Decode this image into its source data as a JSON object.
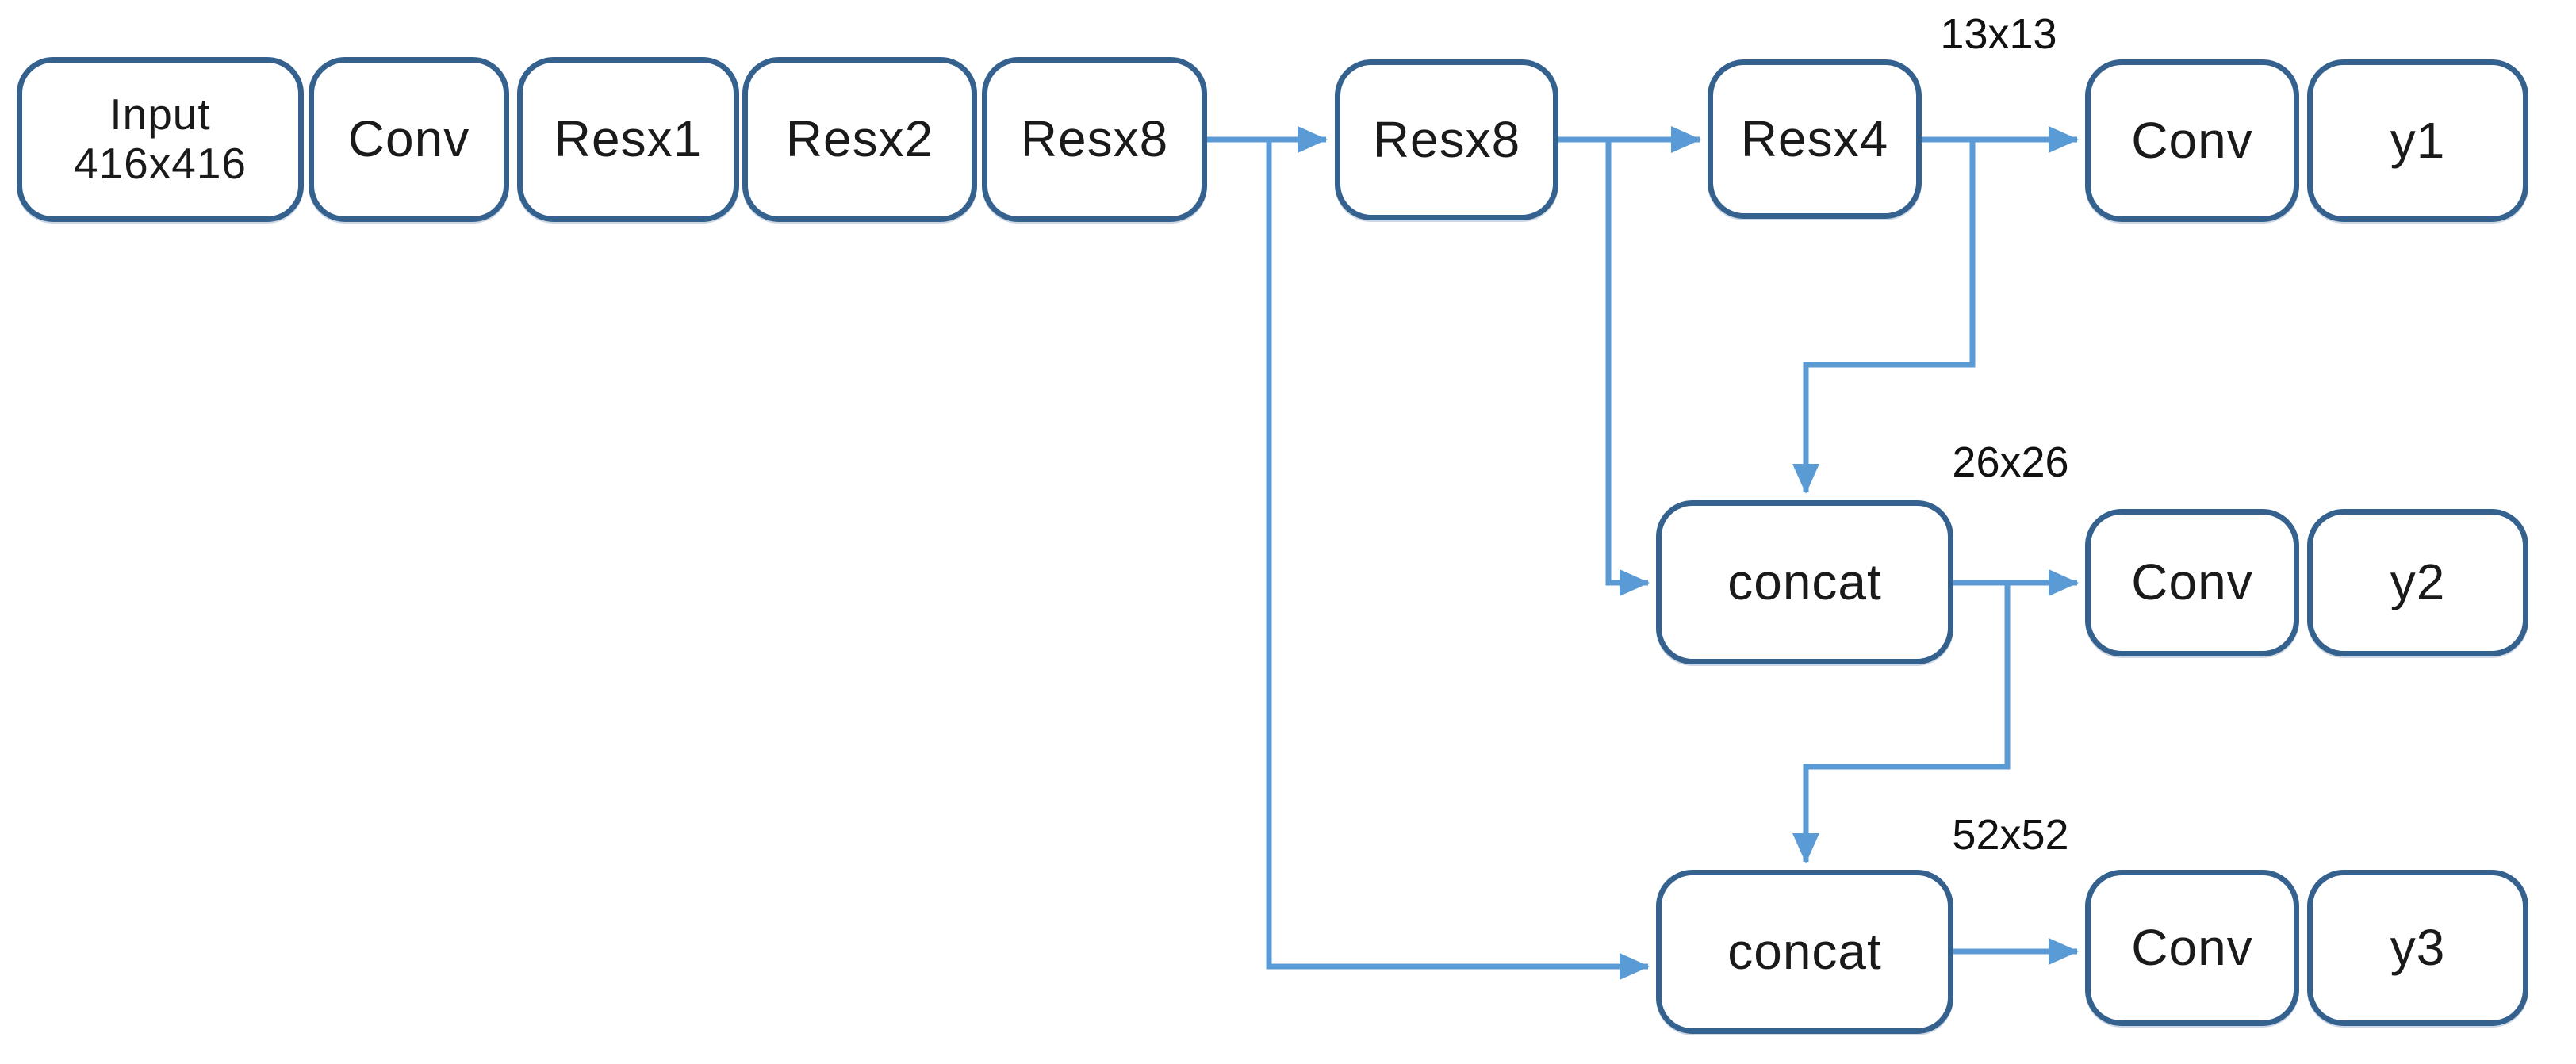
{
  "diagram": {
    "type": "neural-network-architecture-flowchart",
    "colors": {
      "box_border": "#35618f",
      "box_fill": "#ffffff",
      "connector": "#5b9bd5",
      "label_text": "#1a1a1a",
      "background": "#ffffff"
    },
    "nodes": {
      "input": {
        "line1": "Input",
        "line2": "416x416"
      },
      "conv_backbone": {
        "label": "Conv"
      },
      "resx1": {
        "label": "Resx1"
      },
      "resx2": {
        "label": "Resx2"
      },
      "resx8_a": {
        "label": "Resx8"
      },
      "resx8_b": {
        "label": "Resx8"
      },
      "resx4": {
        "label": "Resx4"
      },
      "conv_y1": {
        "label": "Conv"
      },
      "y1": {
        "label": "y1"
      },
      "concat_26": {
        "label": "concat"
      },
      "conv_y2": {
        "label": "Conv"
      },
      "y2": {
        "label": "y2"
      },
      "concat_52": {
        "label": "concat"
      },
      "conv_y3": {
        "label": "Conv"
      },
      "y3": {
        "label": "y3"
      }
    },
    "annotations": {
      "y1_scale": "13x13",
      "y2_scale": "26x26",
      "y3_scale": "52x52"
    }
  }
}
